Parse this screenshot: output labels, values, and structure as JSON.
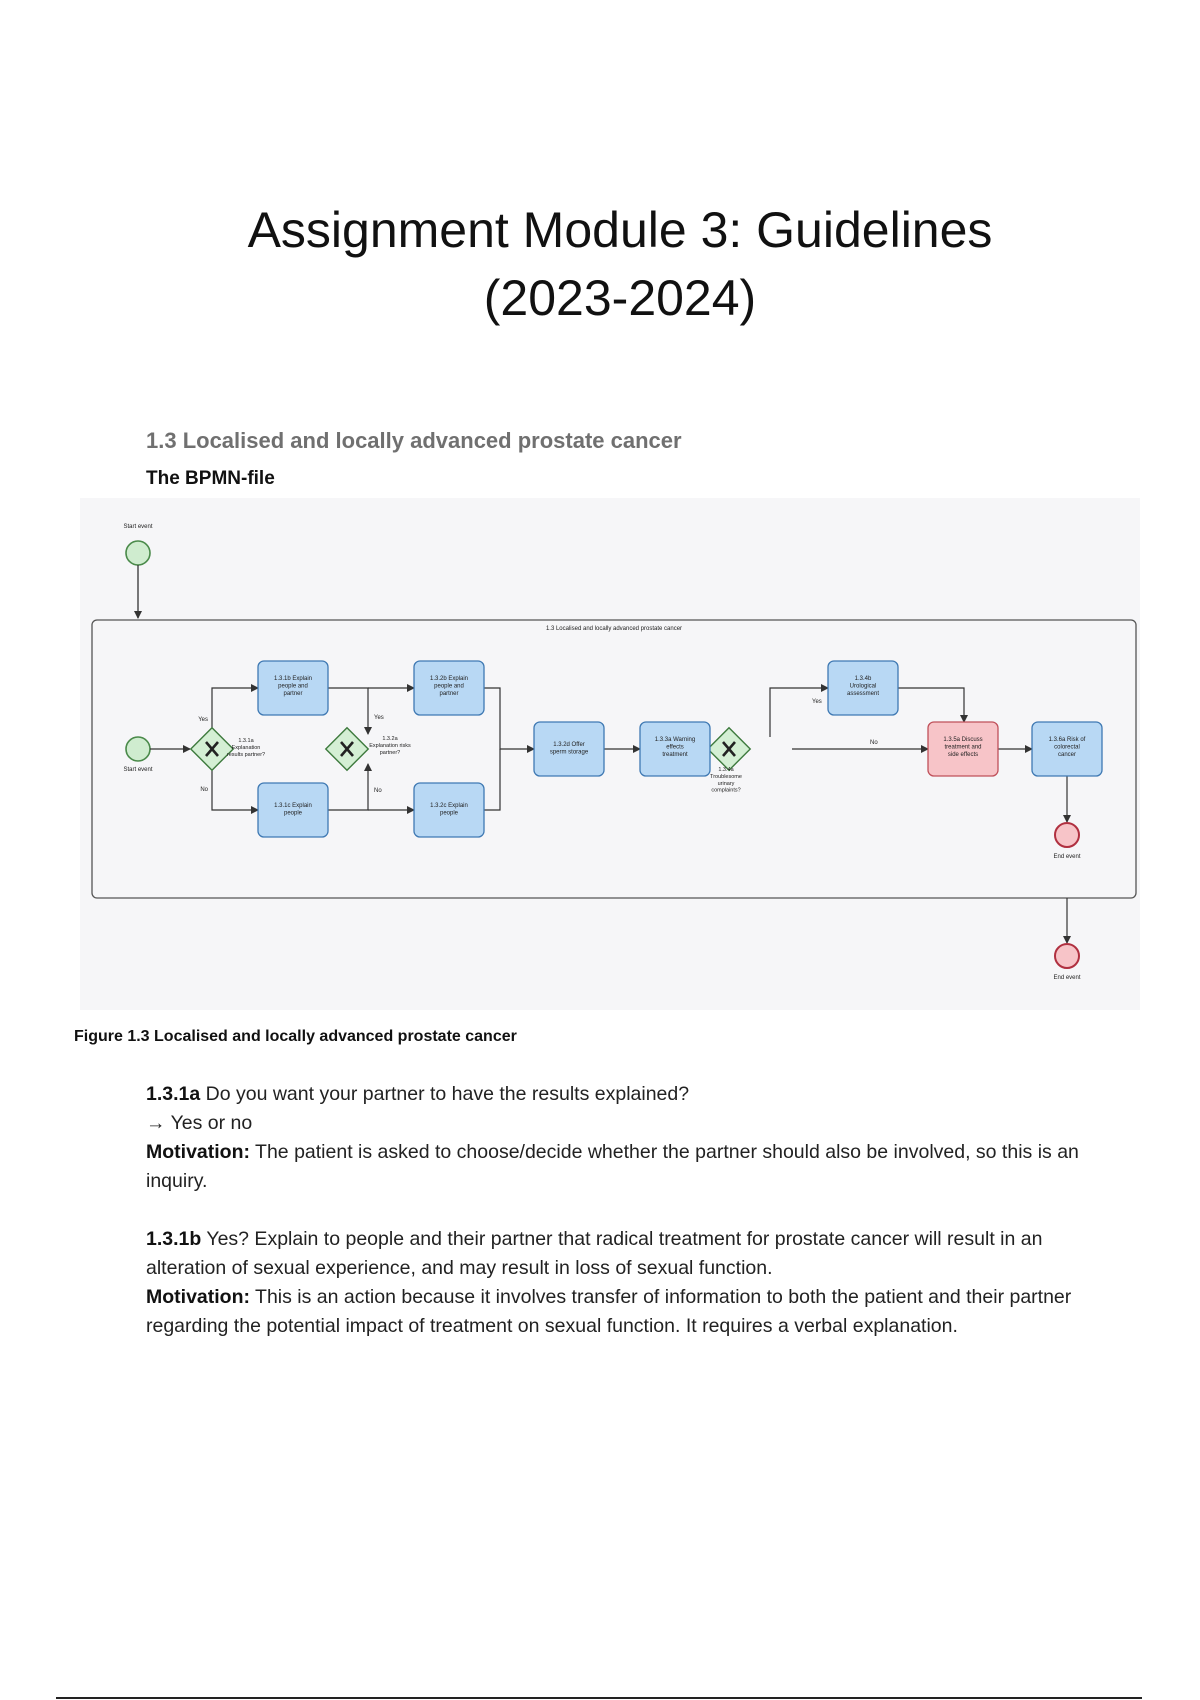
{
  "document": {
    "title_line1": "Assignment Module 3: Guidelines",
    "title_line2": "(2023-2024)",
    "section_heading": "1.3 Localised and locally advanced prostate cancer",
    "sub_heading": "The BPMN-file",
    "figure_caption": "Figure 1.3 Localised and locally advanced prostate cancer"
  },
  "diagram": {
    "pool_title": "1.3 Localised and locally advanced prostate cancer",
    "outer_start_label": "Start event",
    "inner_start_label": "Start event",
    "inner_end_label": "End event",
    "outer_end_label": "End event",
    "gateway1_label": [
      "1.3.1a",
      "Explanation",
      "results partner?"
    ],
    "gateway2_label": [
      "1.3.2a",
      "Explanation risks",
      "partner?"
    ],
    "gateway3_label": [
      "1.3.4a",
      "Troublesome",
      "urinary",
      "complaints?"
    ],
    "yes_label": "Yes",
    "no_label": "No",
    "tasks": {
      "t131b": [
        "1.3.1b Explain",
        "people and",
        "partner"
      ],
      "t131c": [
        "1.3.1c Explain",
        "people"
      ],
      "t132b": [
        "1.3.2b Explain",
        "people and",
        "partner"
      ],
      "t132c": [
        "1.3.2c Explain",
        "people"
      ],
      "t132d": [
        "1.3.2d Offer",
        "sperm storage"
      ],
      "t133a": [
        "1.3.3a Warning",
        "effects",
        "treatment"
      ],
      "t134b": [
        "1.3.4b",
        "Urological",
        "assessment"
      ],
      "t135a": [
        "1.3.5a Discuss",
        "treatment and",
        "side effects"
      ],
      "t136a": [
        "1.3.6a Risk of",
        "colorectal",
        "cancer"
      ]
    },
    "colors": {
      "start_fill": "#cfeccf",
      "start_stroke": "#4a8a4a",
      "task_fill": "#b8d8f4",
      "task_stroke": "#3f79b3",
      "highlight_fill": "#f7c4c8",
      "highlight_stroke": "#c0505a",
      "end_fill": "#f7c4c8",
      "end_stroke": "#b03040",
      "gateway_fill": "#d4efd4",
      "gateway_stroke": "#3d7a3d"
    }
  },
  "paragraphs": {
    "p1": {
      "id": "1.3.1a",
      "question": " Do you want your partner to have the results explained?",
      "answer": "→ Yes or no",
      "motivation_label": "Motivation:",
      "motivation": " The patient is asked to choose/decide whether the partner should also be involved, so this is an inquiry."
    },
    "p2": {
      "id": "1.3.1b",
      "text": " Yes? Explain to people and their partner that radical treatment for prostate cancer will result in an alteration of sexual experience, and may result in loss of sexual function.",
      "motivation_label": "Motivation:",
      "motivation": " This is an action because it involves transfer of information to both the patient and their partner regarding the potential impact of treatment on sexual function. It requires a verbal explanation."
    }
  }
}
